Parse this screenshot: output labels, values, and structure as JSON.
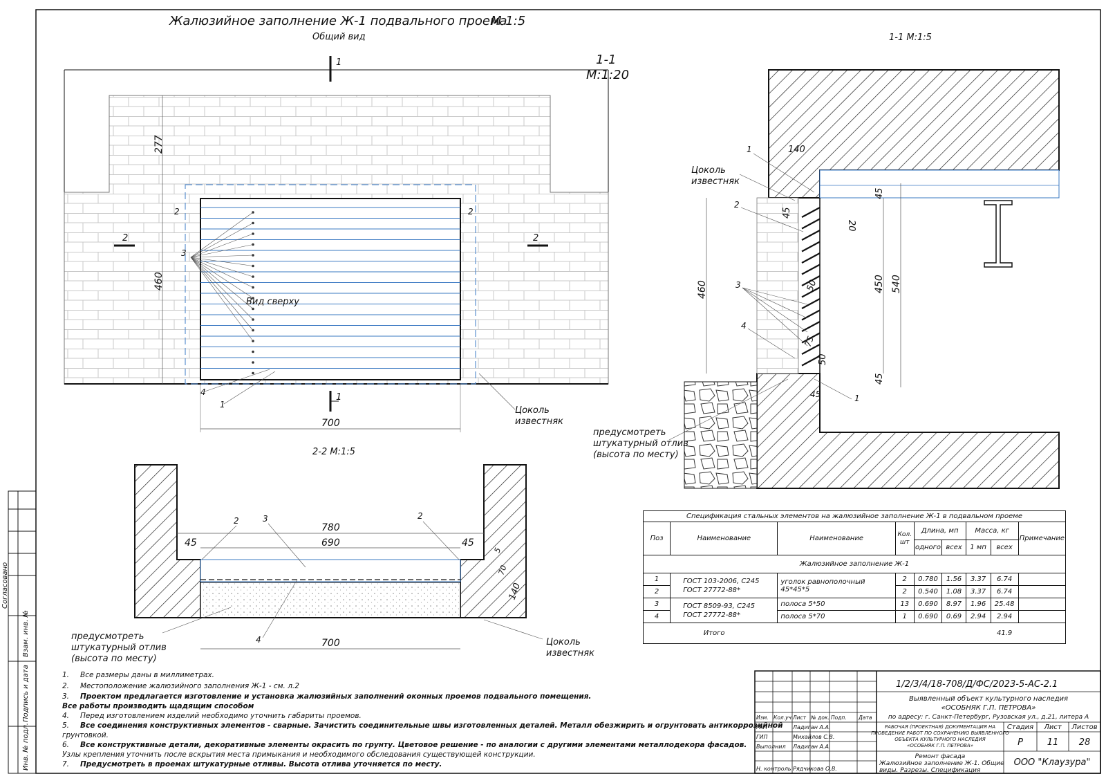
{
  "sheet": {
    "main_title": "Жалюзийное заполнение Ж-1 подвального проема",
    "main_scale": "М 1:5",
    "general_view": "Общий вид",
    "view_label": "Вид сверху",
    "section_mark_1": "1",
    "section_mark_2": "2",
    "callout_section": "1-1",
    "callout_scale": "М:1:20",
    "section_1_title": "1-1 М:1:5",
    "section_2_title": "2-2 М:1:5",
    "plinth_label_1": "Цоколь",
    "plinth_label_2": "известняк",
    "drip_label_1": "предусмотреть",
    "drip_label_2": "штукатурный отлив",
    "drip_label_3": "(высота по месту)"
  },
  "dimensions": {
    "elev_top": "277",
    "elev_height": "460",
    "elev_width": "700",
    "sec_width_outer": "780",
    "sec_width_inner": "690",
    "sec_left_45": "45",
    "sec_right_45": "45",
    "sec_bottom": "700",
    "sec_side_140": "140",
    "sec_side_70": "70",
    "sec_side_5": "5",
    "s1_140": "140",
    "s1_45a": "45",
    "s1_45b": "45",
    "s1_45c": "45",
    "s1_45d": "45",
    "s1_460": "460",
    "s1_450": "450",
    "s1_540": "540",
    "s1_20": "20",
    "s1_50a": "50",
    "s1_50b": "50",
    "s1_75": "75"
  },
  "positions": {
    "p1": "1",
    "p2": "2",
    "p3": "3",
    "p4": "4"
  },
  "spec": {
    "title": "Спецификация стальных элементов на жалюзийное заполнение Ж-1 в подвальном проеме",
    "headers": {
      "pos": "Поз",
      "name1": "Наименование",
      "name2": "Наименование",
      "qty1": "Кол.",
      "qty2": "шт",
      "length": "Длина, мп",
      "len_one": "одного",
      "len_all": "всех",
      "mass": "Масса, кг",
      "mass_one": "1 мп",
      "mass_all": "всех",
      "note": "Примечание"
    },
    "group": "Жалюзийное заполнение Ж-1",
    "rows": [
      {
        "pos": "1",
        "std1": "ГОСТ 103-2006, С245",
        "std2": "ГОСТ 27772-88*",
        "name": "уголок равнополочный 45*45*5",
        "qty": "2",
        "l1": "0.780",
        "la": "1.56",
        "m1": "3.37",
        "ma": "6.74"
      },
      {
        "pos": "2",
        "qty": "2",
        "l1": "0.540",
        "la": "1.08",
        "m1": "3.37",
        "ma": "6.74"
      },
      {
        "pos": "3",
        "std1": "ГОСТ 8509-93, С245",
        "std2": "ГОСТ 27772-88*",
        "name": "полоса 5*50",
        "qty": "13",
        "l1": "0.690",
        "la": "8.97",
        "m1": "1.96",
        "ma": "25.48"
      },
      {
        "pos": "4",
        "name": "полоса 5*70",
        "qty": "1",
        "l1": "0.690",
        "la": "0.69",
        "m1": "2.94",
        "ma": "2.94"
      }
    ],
    "total_label": "Итого",
    "total_value": "41.9"
  },
  "notes": [
    {
      "n": "1.",
      "text": "Все размеры даны в миллиметрах.",
      "bold": false
    },
    {
      "n": "2.",
      "text": "Местоположение жалюзийного заполнения Ж-1 - см. л.2",
      "bold": false
    },
    {
      "n": "3.",
      "text": "Проектом предлагается изготовление и установка жалюзийных заполнений оконных проемов подвального помещения.",
      "bold": true
    },
    {
      "n": "",
      "text": "Все работы производить щадящим способом",
      "bold": true
    },
    {
      "n": "4.",
      "text": "Перед изготовлением изделий необходимо уточнить габариты проемов.",
      "bold": false
    },
    {
      "n": "5.",
      "text": "Все соединения конструктивных элементов - сварные. Зачистить соединительные швы изготовленных деталей. Металл обезжирить и огрунтовать антикоррозийной",
      "bold": true
    },
    {
      "n": "",
      "text": "грунтовкой.",
      "bold": false
    },
    {
      "n": "6.",
      "text": "Все конструктивные детали, декоративные элементы окрасить по грунту. Цветовое решение - по аналогии с другими элементами металлодекора фасадов.",
      "bold": true
    },
    {
      "n": "",
      "text": "Узлы крепления   уточнить после вскрытия места примыкания и необходимого обследования существующей конструкции.",
      "bold": false
    },
    {
      "n": "7.",
      "text": "Предусмотреть в проемах штукатурные отливы. Высота отлива уточняется по месту.",
      "bold": true
    }
  ],
  "stamp": {
    "code": "1/2/3/4/18-708/Д/ФС/2023-5-АС-2.1",
    "object_line1": "Выявленный объект культурного наследия",
    "object_line2": "«ОСОБНЯК Г.П. ПЕТРОВА»",
    "address": "по адресу: г. Санкт-Петербург, Рузовская ул., д.21, литера А",
    "header_cols": [
      "Изм.",
      "Кол.уч",
      "Лист",
      "№ док.",
      "Подп.",
      "Дата"
    ],
    "roles": [
      {
        "role": "ГАП",
        "name": "Ладиган А.А."
      },
      {
        "role": "ГИП",
        "name": "Михайлов С.В."
      },
      {
        "role": "Выполнил",
        "name": "Ладиган А.А."
      },
      {
        "role": "",
        "name": ""
      },
      {
        "role": "Н. контроль",
        "name": "Рядчикова О.В."
      }
    ],
    "doc_desc_1": "РАБОЧАЯ (ПРОЕКТНАЯ) ДОКУМЕНТАЦИЯ НА",
    "doc_desc_2": "ПРОВЕДЕНИЕ РАБОТ ПО СОХРАНЕНИЮ ВЫЯВЛЕННОГО",
    "doc_desc_3": "ОБЪЕКТА КУЛЬТУРНОГО НАСЛЕДИЯ",
    "doc_desc_4": "«ОСОБНЯК Г.П. ПЕТРОВА»",
    "stage_label": "Стадия",
    "sheet_label": "Лист",
    "sheets_label": "Листов",
    "stage": "Р",
    "sheet_no": "11",
    "sheets_total": "28",
    "section_name": "Ремонт фасада",
    "sheet_name_1": "Жалюзийное заполнение Ж-1. Общие",
    "sheet_name_2": "виды. Разрезы. Спецификация",
    "company": "ООО \"Клаузура\""
  },
  "side_stamp": {
    "agreed": "Согласовано",
    "inv_replace": "Взам. инв. №",
    "sign_date": "Подпись и дата",
    "inv_orig": "Инв. № подл."
  }
}
